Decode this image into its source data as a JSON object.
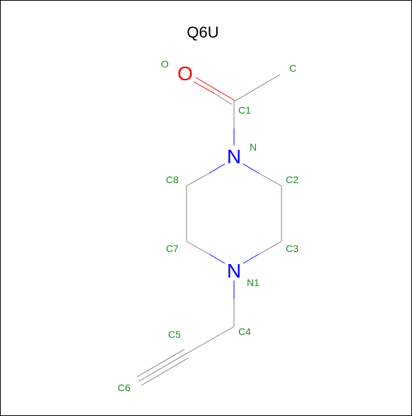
{
  "title": "Q6U",
  "colors": {
    "bond": "#808080",
    "nitrogen": "#0000ff",
    "oxygen": "#ff0000",
    "label": "#228b22",
    "title": "#000000"
  },
  "elements": {
    "oxygen_symbol": "O",
    "nitrogen_symbol": "N",
    "nitrogen1_symbol": "N"
  },
  "atom_labels": {
    "o": "O",
    "c_methyl": "C",
    "c1": "C1",
    "n": "N",
    "c2": "C2",
    "c8": "C8",
    "c3": "C3",
    "c7": "C7",
    "n1": "N1",
    "c4": "C4",
    "c5": "C5",
    "c6": "C6"
  }
}
